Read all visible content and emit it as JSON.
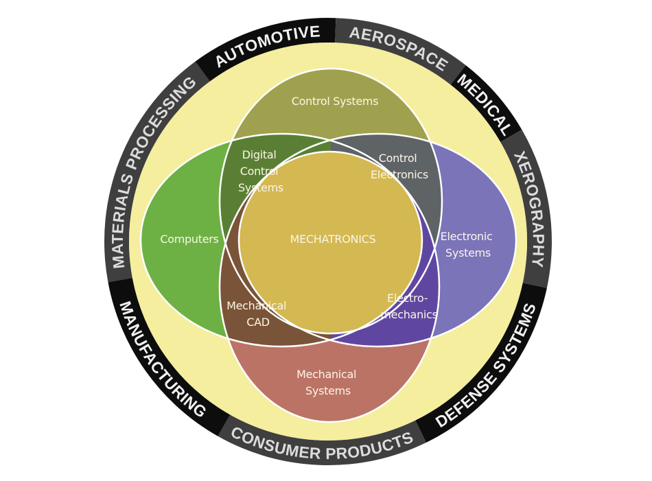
{
  "center_label": "MECHATRONICS",
  "regions": {
    "control_systems": {
      "lines": [
        "Control Systems"
      ],
      "color": "#a0a14e"
    },
    "computers": {
      "lines": [
        "Computers"
      ],
      "color": "#6db144"
    },
    "electronic_systems": {
      "lines": [
        "Electronic",
        "Systems"
      ],
      "color": "#7b74b9"
    },
    "mechanical_systems": {
      "lines": [
        "Mechanical",
        "Systems"
      ],
      "color": "#bb7366"
    },
    "digital_control_systems": {
      "lines": [
        "Digital",
        "Control",
        "Systems"
      ],
      "color": "#5a7f34"
    },
    "control_electronics": {
      "lines": [
        "Control",
        "Electronics"
      ],
      "color": "#5e6366"
    },
    "mechanical_cad": {
      "lines": [
        "Mechanical",
        "CAD"
      ],
      "color": "#7a5438"
    },
    "electro_mechanics": {
      "lines": [
        "Electro-",
        "mechanics"
      ],
      "color": "#5f47a1"
    },
    "mechatronics_color": "#d4b851"
  },
  "ring": {
    "background_color": "#f4ee9e",
    "segments": [
      {
        "label": "MATERIALS PROCESSING",
        "fill": "#3f3f3f",
        "text_color": "#dcdcdc"
      },
      {
        "label": "AUTOMOTIVE",
        "fill": "#0d0d0d",
        "text_color": "#f2f2f2"
      },
      {
        "label": "AEROSPACE",
        "fill": "#3f3f3f",
        "text_color": "#dcdcdc"
      },
      {
        "label": "MEDICAL",
        "fill": "#0d0d0d",
        "text_color": "#f2f2f2"
      },
      {
        "label": "XEROGRAPHY",
        "fill": "#3f3f3f",
        "text_color": "#dcdcdc"
      },
      {
        "label": "DEFENSE SYSTEMS",
        "fill": "#0d0d0d",
        "text_color": "#f2f2f2"
      },
      {
        "label": "CONSUMER PRODUCTS",
        "fill": "#3f3f3f",
        "text_color": "#dcdcdc"
      },
      {
        "label": "MANUFACTURING",
        "fill": "#0d0d0d",
        "text_color": "#f2f2f2"
      }
    ]
  }
}
